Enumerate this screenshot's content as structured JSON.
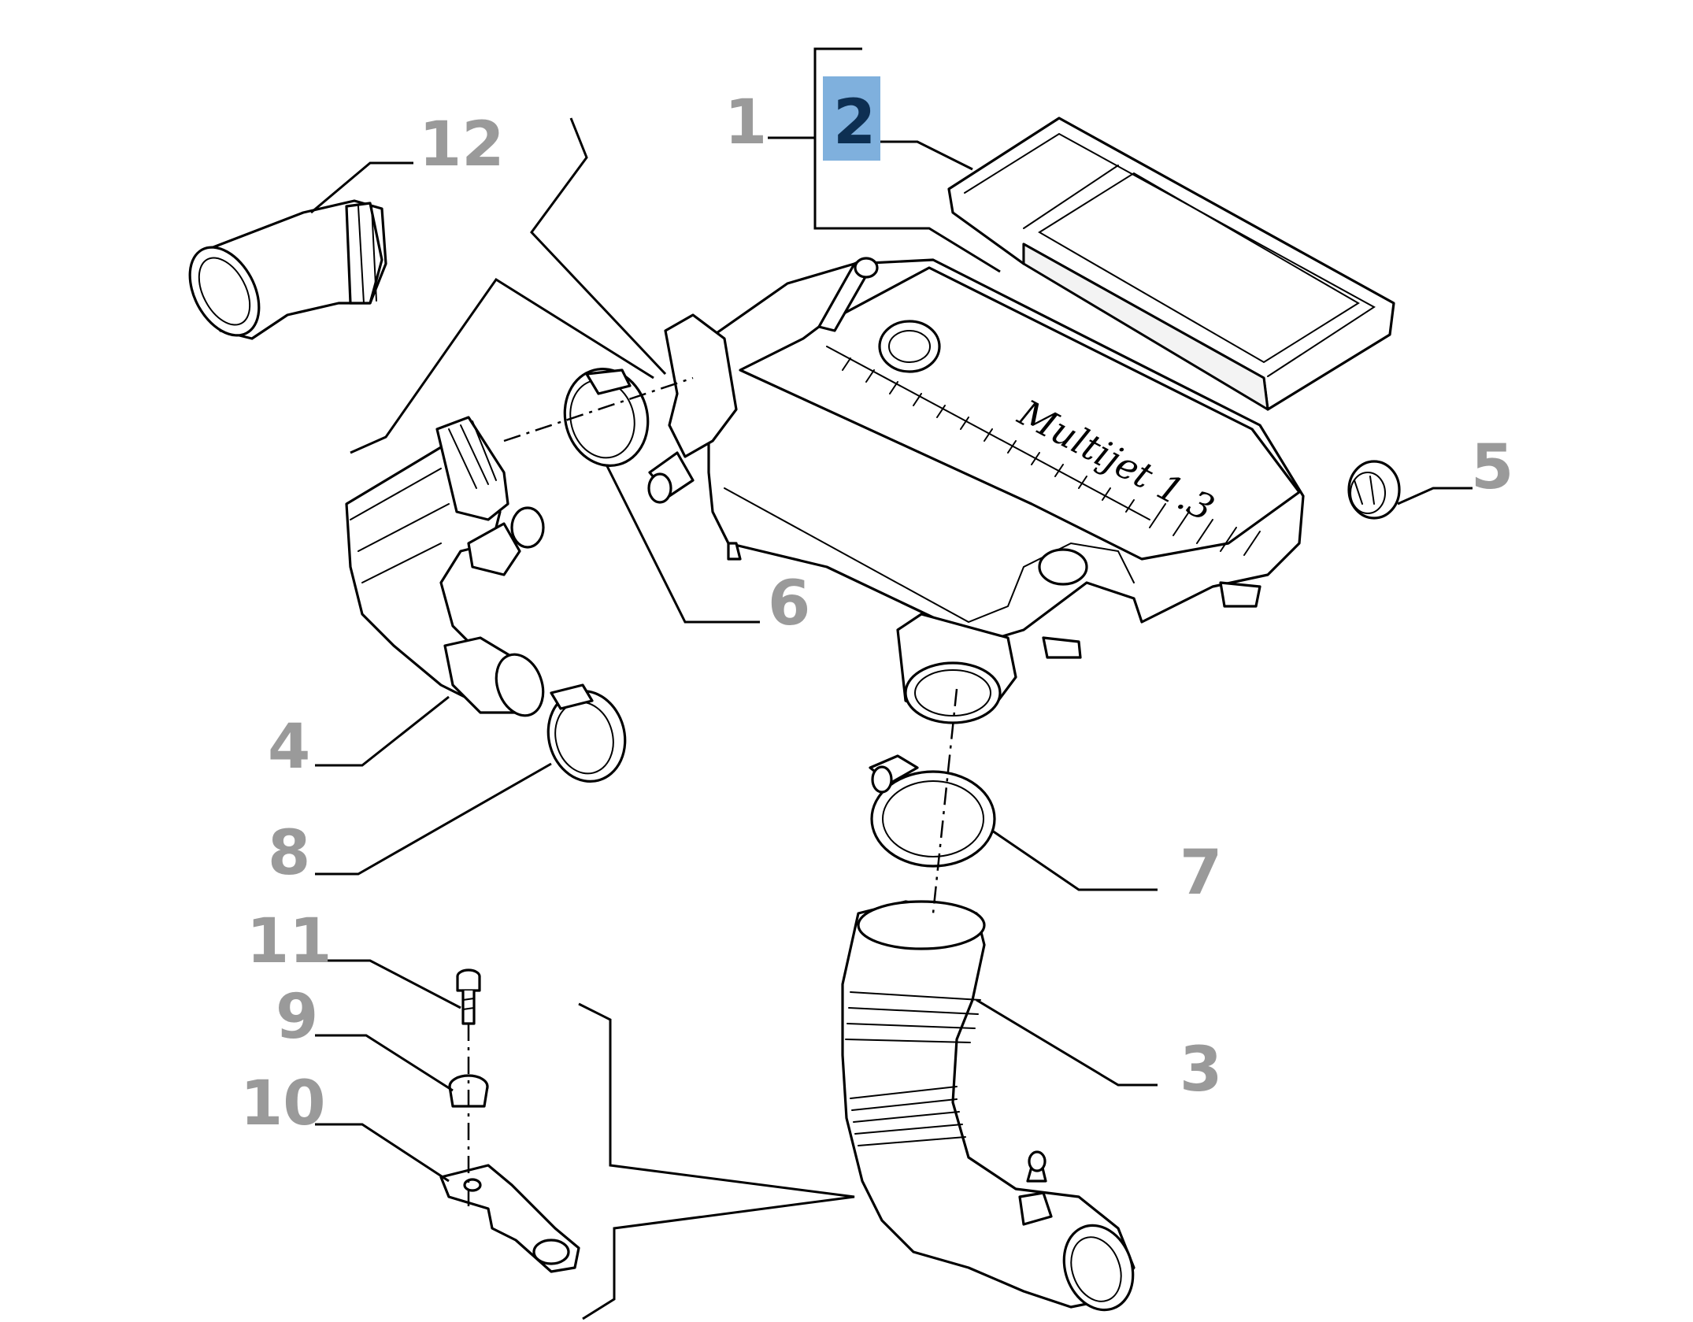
{
  "diagram": {
    "callouts": [
      {
        "id": "1",
        "label": "1",
        "highlighted": false
      },
      {
        "id": "2",
        "label": "2",
        "highlighted": true
      },
      {
        "id": "3",
        "label": "3",
        "highlighted": false
      },
      {
        "id": "4",
        "label": "4",
        "highlighted": false
      },
      {
        "id": "5",
        "label": "5",
        "highlighted": false
      },
      {
        "id": "6",
        "label": "6",
        "highlighted": false
      },
      {
        "id": "7",
        "label": "7",
        "highlighted": false
      },
      {
        "id": "8",
        "label": "8",
        "highlighted": false
      },
      {
        "id": "9",
        "label": "9",
        "highlighted": false
      },
      {
        "id": "10",
        "label": "10",
        "highlighted": false
      },
      {
        "id": "11",
        "label": "11",
        "highlighted": false
      },
      {
        "id": "12",
        "label": "12",
        "highlighted": false
      }
    ],
    "housing_inscription": "Multijet 1.3",
    "colors": {
      "callout_text": "#9a9a9a",
      "highlight_fill": "#7fb0dd",
      "highlight_text": "#0d2f52",
      "line": "#000000",
      "background": "#ffffff"
    }
  }
}
